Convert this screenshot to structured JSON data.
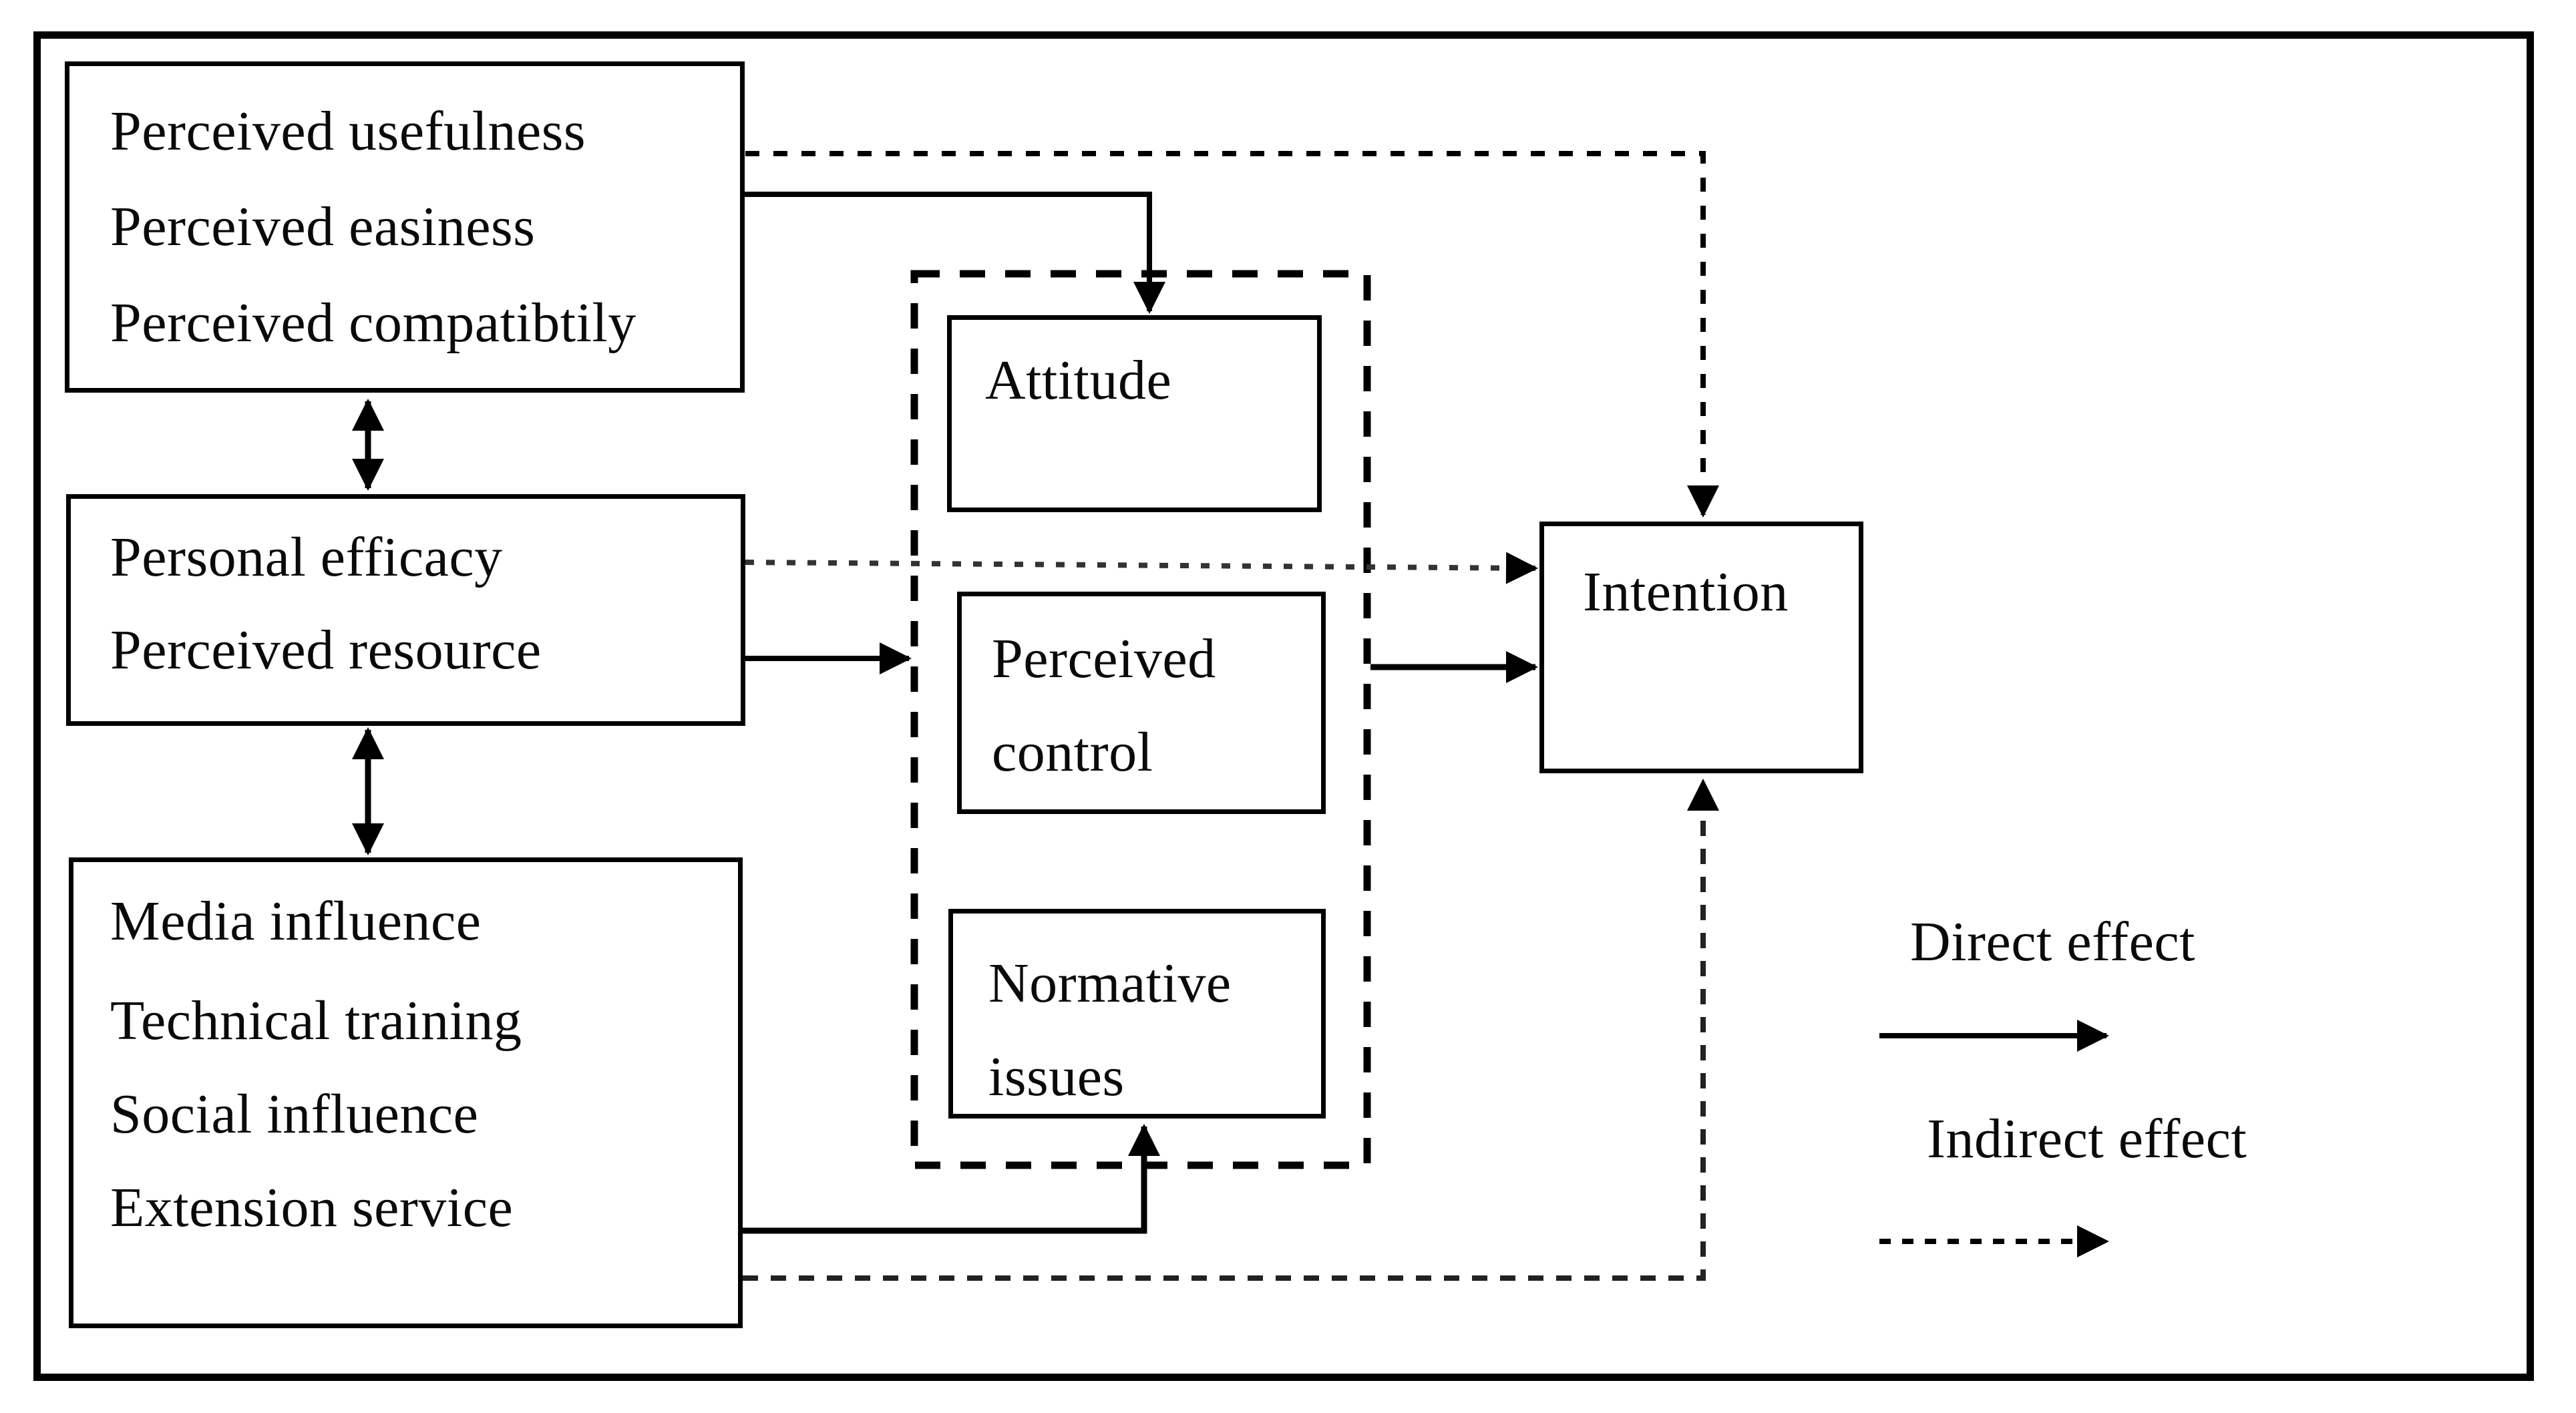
{
  "figure": {
    "background": "#ffffff",
    "ink_color": "#000000",
    "type": "conceptual-model-diagram"
  },
  "nodes": {
    "perception": {
      "lines": [
        "Perceived usefulness",
        "Perceived easiness",
        "Perceived compatibtily"
      ]
    },
    "efficacy": {
      "lines": [
        "Personal efficacy",
        "Perceived resource"
      ]
    },
    "environment": {
      "lines": [
        "Media influence",
        "Technical training",
        "Social influence",
        "Extension service"
      ]
    },
    "attitude": {
      "lines": [
        "Attitude"
      ]
    },
    "perceived_control": {
      "lines": [
        "Perceived",
        "control"
      ]
    },
    "normative_issues": {
      "lines": [
        "Normative",
        "issues"
      ]
    },
    "intention": {
      "lines": [
        "Intention"
      ]
    }
  },
  "legend": {
    "direct": "Direct effect",
    "indirect": "Indirect effect",
    "direct_style": "solid-arrow",
    "indirect_style": "dashed-arrow"
  },
  "edges": [
    {
      "from": "perception",
      "to": "efficacy",
      "type": "bidirectional"
    },
    {
      "from": "efficacy",
      "to": "environment",
      "type": "bidirectional"
    },
    {
      "from": "perception",
      "to": "attitude",
      "type": "direct"
    },
    {
      "from": "perception",
      "to": "intention",
      "type": "indirect"
    },
    {
      "from": "efficacy",
      "to": "perceived_control",
      "type": "direct"
    },
    {
      "from": "efficacy",
      "to": "intention",
      "type": "indirect"
    },
    {
      "from": "perceived_control",
      "to": "intention",
      "type": "direct"
    },
    {
      "from": "environment",
      "to": "normative_issues",
      "type": "direct"
    },
    {
      "from": "environment",
      "to": "intention",
      "type": "indirect"
    }
  ]
}
